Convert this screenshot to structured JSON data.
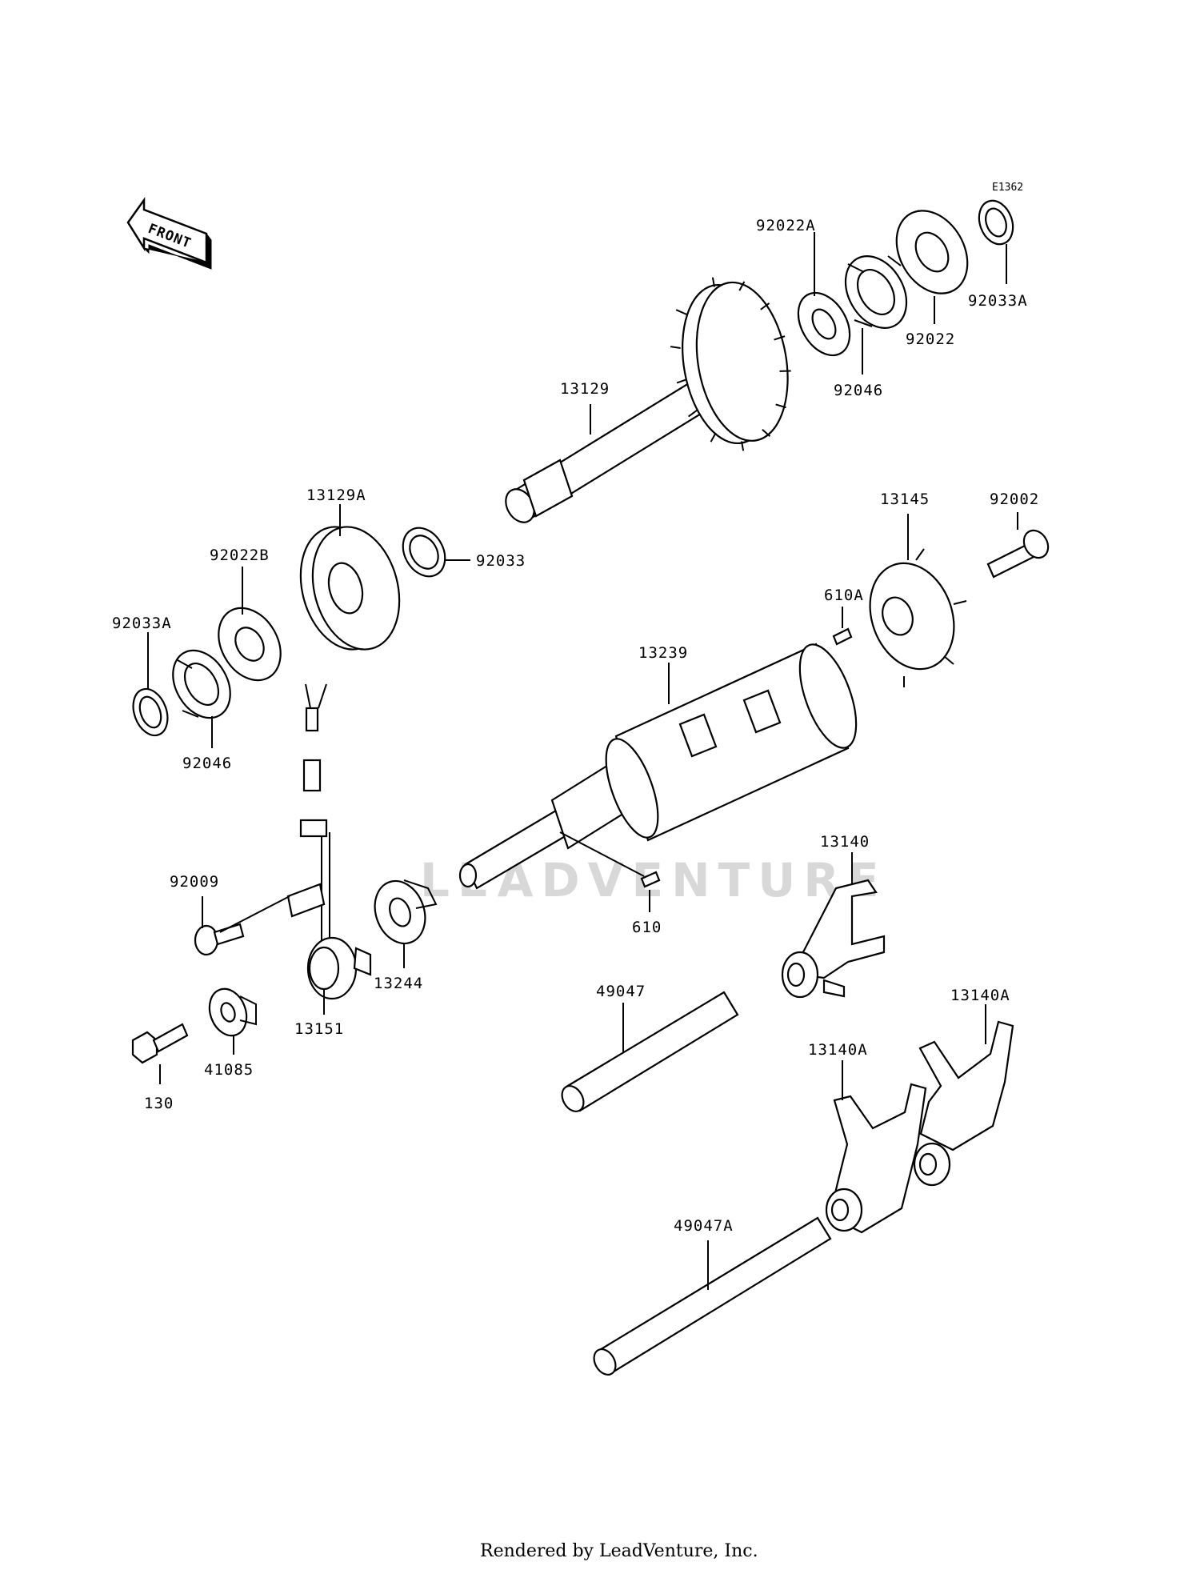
{
  "diagram": {
    "code": "E1362",
    "front_label": "FRONT",
    "footer": "Rendered by LeadVenture, Inc.",
    "watermark": "LEADVENTURE",
    "parts": {
      "p92033A_top": "92033A",
      "p92022": "92022",
      "p92022A": "92022A",
      "p92046_top": "92046",
      "p13129": "13129",
      "p13129A": "13129A",
      "p92033": "92033",
      "p92022B": "92022B",
      "p92033A_left": "92033A",
      "p92046_left": "92046",
      "p13145": "13145",
      "p92002": "92002",
      "p610A": "610A",
      "p13239": "13239",
      "p610": "610",
      "p13140": "13140",
      "p92009": "92009",
      "p13244": "13244",
      "p13151": "13151",
      "p41085": "41085",
      "p130": "130",
      "p49047": "49047",
      "p13140A_right": "13140A",
      "p13140A_left": "13140A",
      "p49047A": "49047A"
    }
  }
}
